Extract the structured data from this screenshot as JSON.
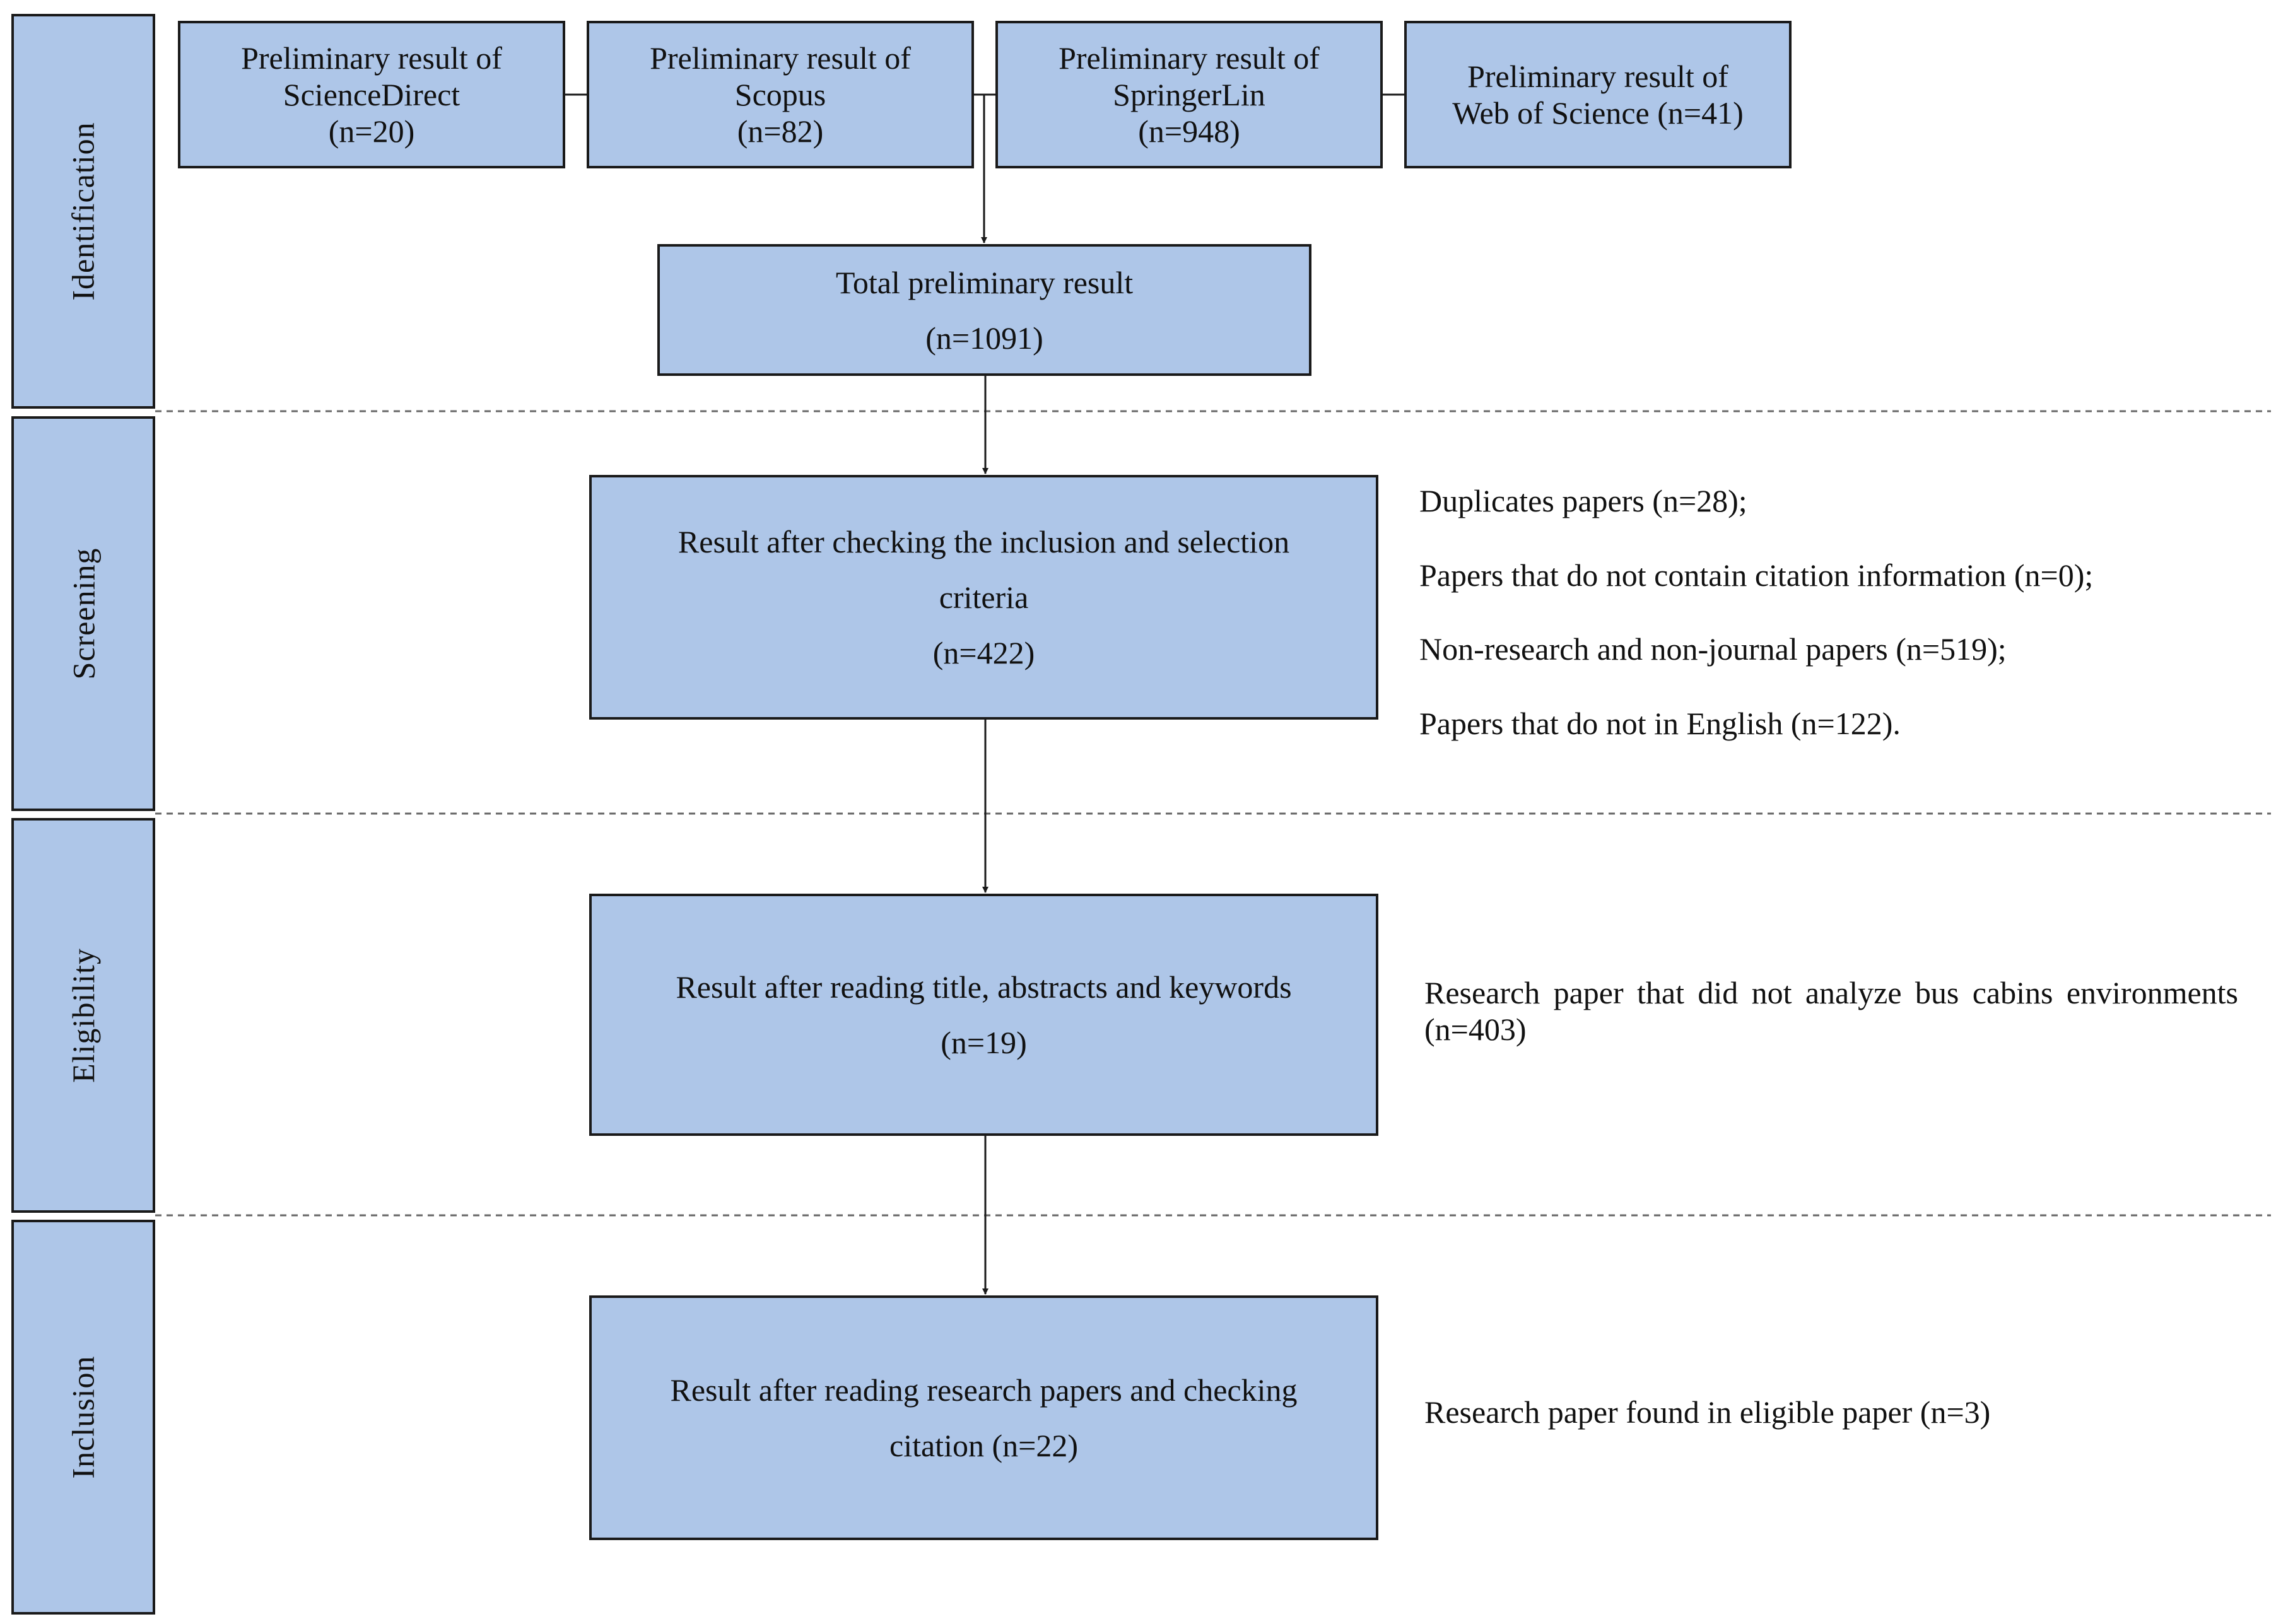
{
  "colors": {
    "box_fill": "#aec6e8",
    "stroke": "#1a1a1a",
    "separator": "#666666"
  },
  "stages": {
    "identification": "Identification",
    "screening": "Screening",
    "eligibility": "Eligibility",
    "inclusion": "Inclusion"
  },
  "sources": [
    {
      "line1": "Preliminary result of",
      "line2": "ScienceDirect",
      "line3": "(n=20)"
    },
    {
      "line1": "Preliminary result of",
      "line2": "Scopus",
      "line3": "(n=82)"
    },
    {
      "line1": "Preliminary result of",
      "line2": "SpringerLin",
      "line3": "(n=948)"
    },
    {
      "line1": "Preliminary result of",
      "line2": "Web of Science (n=41)"
    }
  ],
  "total": {
    "line1": "Total preliminary result",
    "line2": "(n=1091)"
  },
  "screening_box": {
    "line1": "Result after checking the inclusion and selection",
    "line2": "criteria",
    "line3": "(n=422)"
  },
  "eligibility_box": {
    "line1": "Result after reading title, abstracts and keywords",
    "line2": "(n=19)"
  },
  "inclusion_box": {
    "line1": "Result after reading research papers and checking",
    "line2": "citation  (n=22)"
  },
  "screening_notes": [
    "Duplicates papers (n=28);",
    "Papers that do not contain citation information (n=0);",
    "Non-research and non-journal papers (n=519);",
    "Papers that do not in English (n=122)."
  ],
  "eligibility_note": "Research paper that did not analyze bus cabins environments (n=403)",
  "inclusion_note": "Research paper found in eligible paper  (n=3)"
}
